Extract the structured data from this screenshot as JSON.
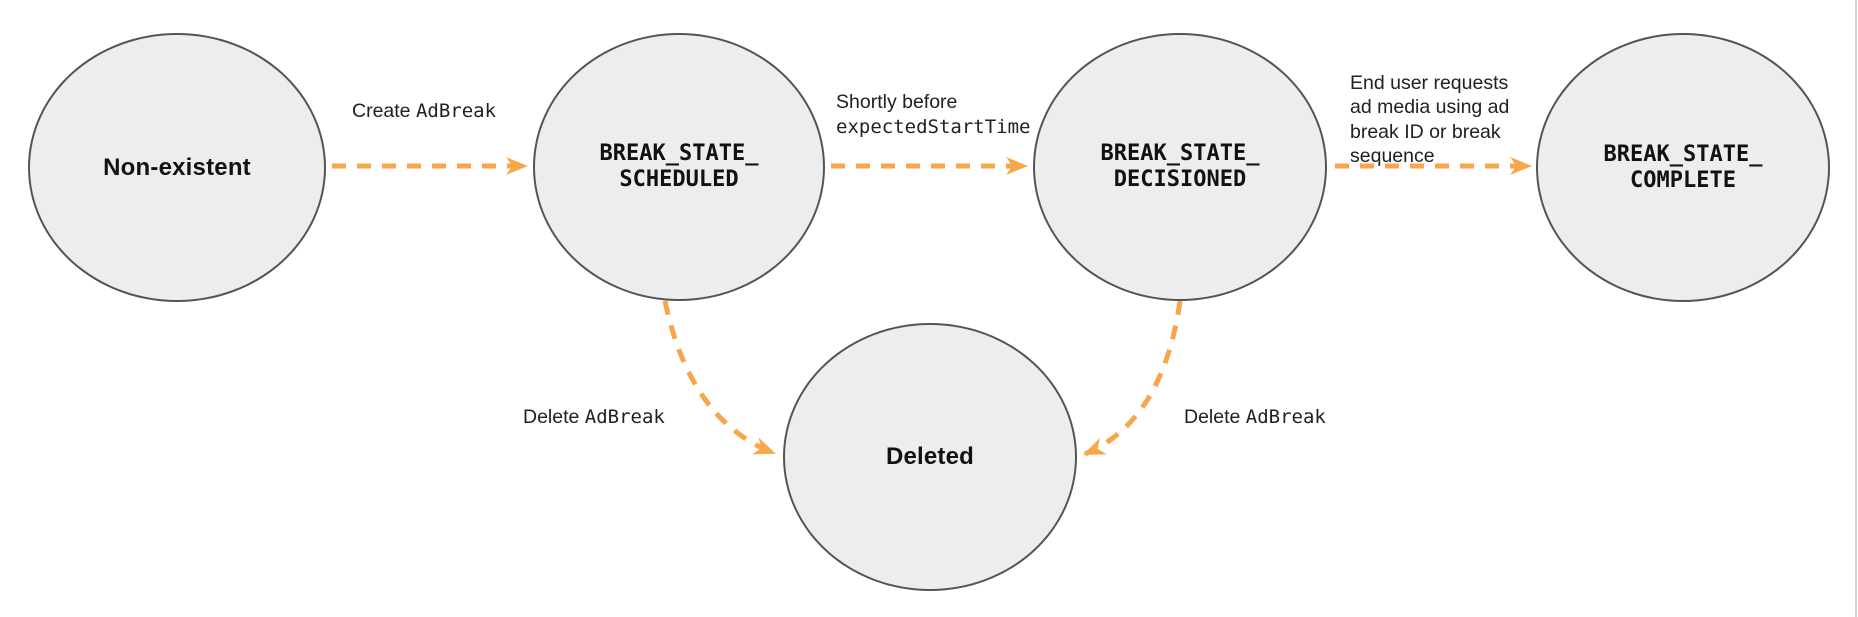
{
  "diagram": {
    "colors": {
      "accent": "#F7A64A",
      "node_fill": "#EDEDED",
      "node_border": "#545456",
      "label_text": "#202124"
    },
    "nodes": [
      {
        "id": "non-existent",
        "label": "Non-existent"
      },
      {
        "id": "break-state-scheduled",
        "label": "BREAK_STATE_\nSCHEDULED"
      },
      {
        "id": "break-state-decisioned",
        "label": "BREAK_STATE_\nDECISIONED"
      },
      {
        "id": "break-state-complete",
        "label": "BREAK_STATE_\nCOMPLETE"
      },
      {
        "id": "deleted",
        "label": "Deleted"
      }
    ],
    "edges": [
      {
        "from": "non-existent",
        "to": "break-state-scheduled",
        "label_prefix": "Create ",
        "label_code": "AdBreak"
      },
      {
        "from": "break-state-scheduled",
        "to": "break-state-decisioned",
        "label_prefix": "Shortly before",
        "label_code": "expectedStartTime"
      },
      {
        "from": "break-state-decisioned",
        "to": "break-state-complete",
        "label_text": "End user requests\nad media using ad\nbreak ID or break\nsequence"
      },
      {
        "from": "break-state-scheduled",
        "to": "deleted",
        "label_prefix": "Delete ",
        "label_code": "AdBreak"
      },
      {
        "from": "break-state-decisioned",
        "to": "deleted",
        "label_prefix": "Delete ",
        "label_code": "AdBreak"
      }
    ]
  }
}
